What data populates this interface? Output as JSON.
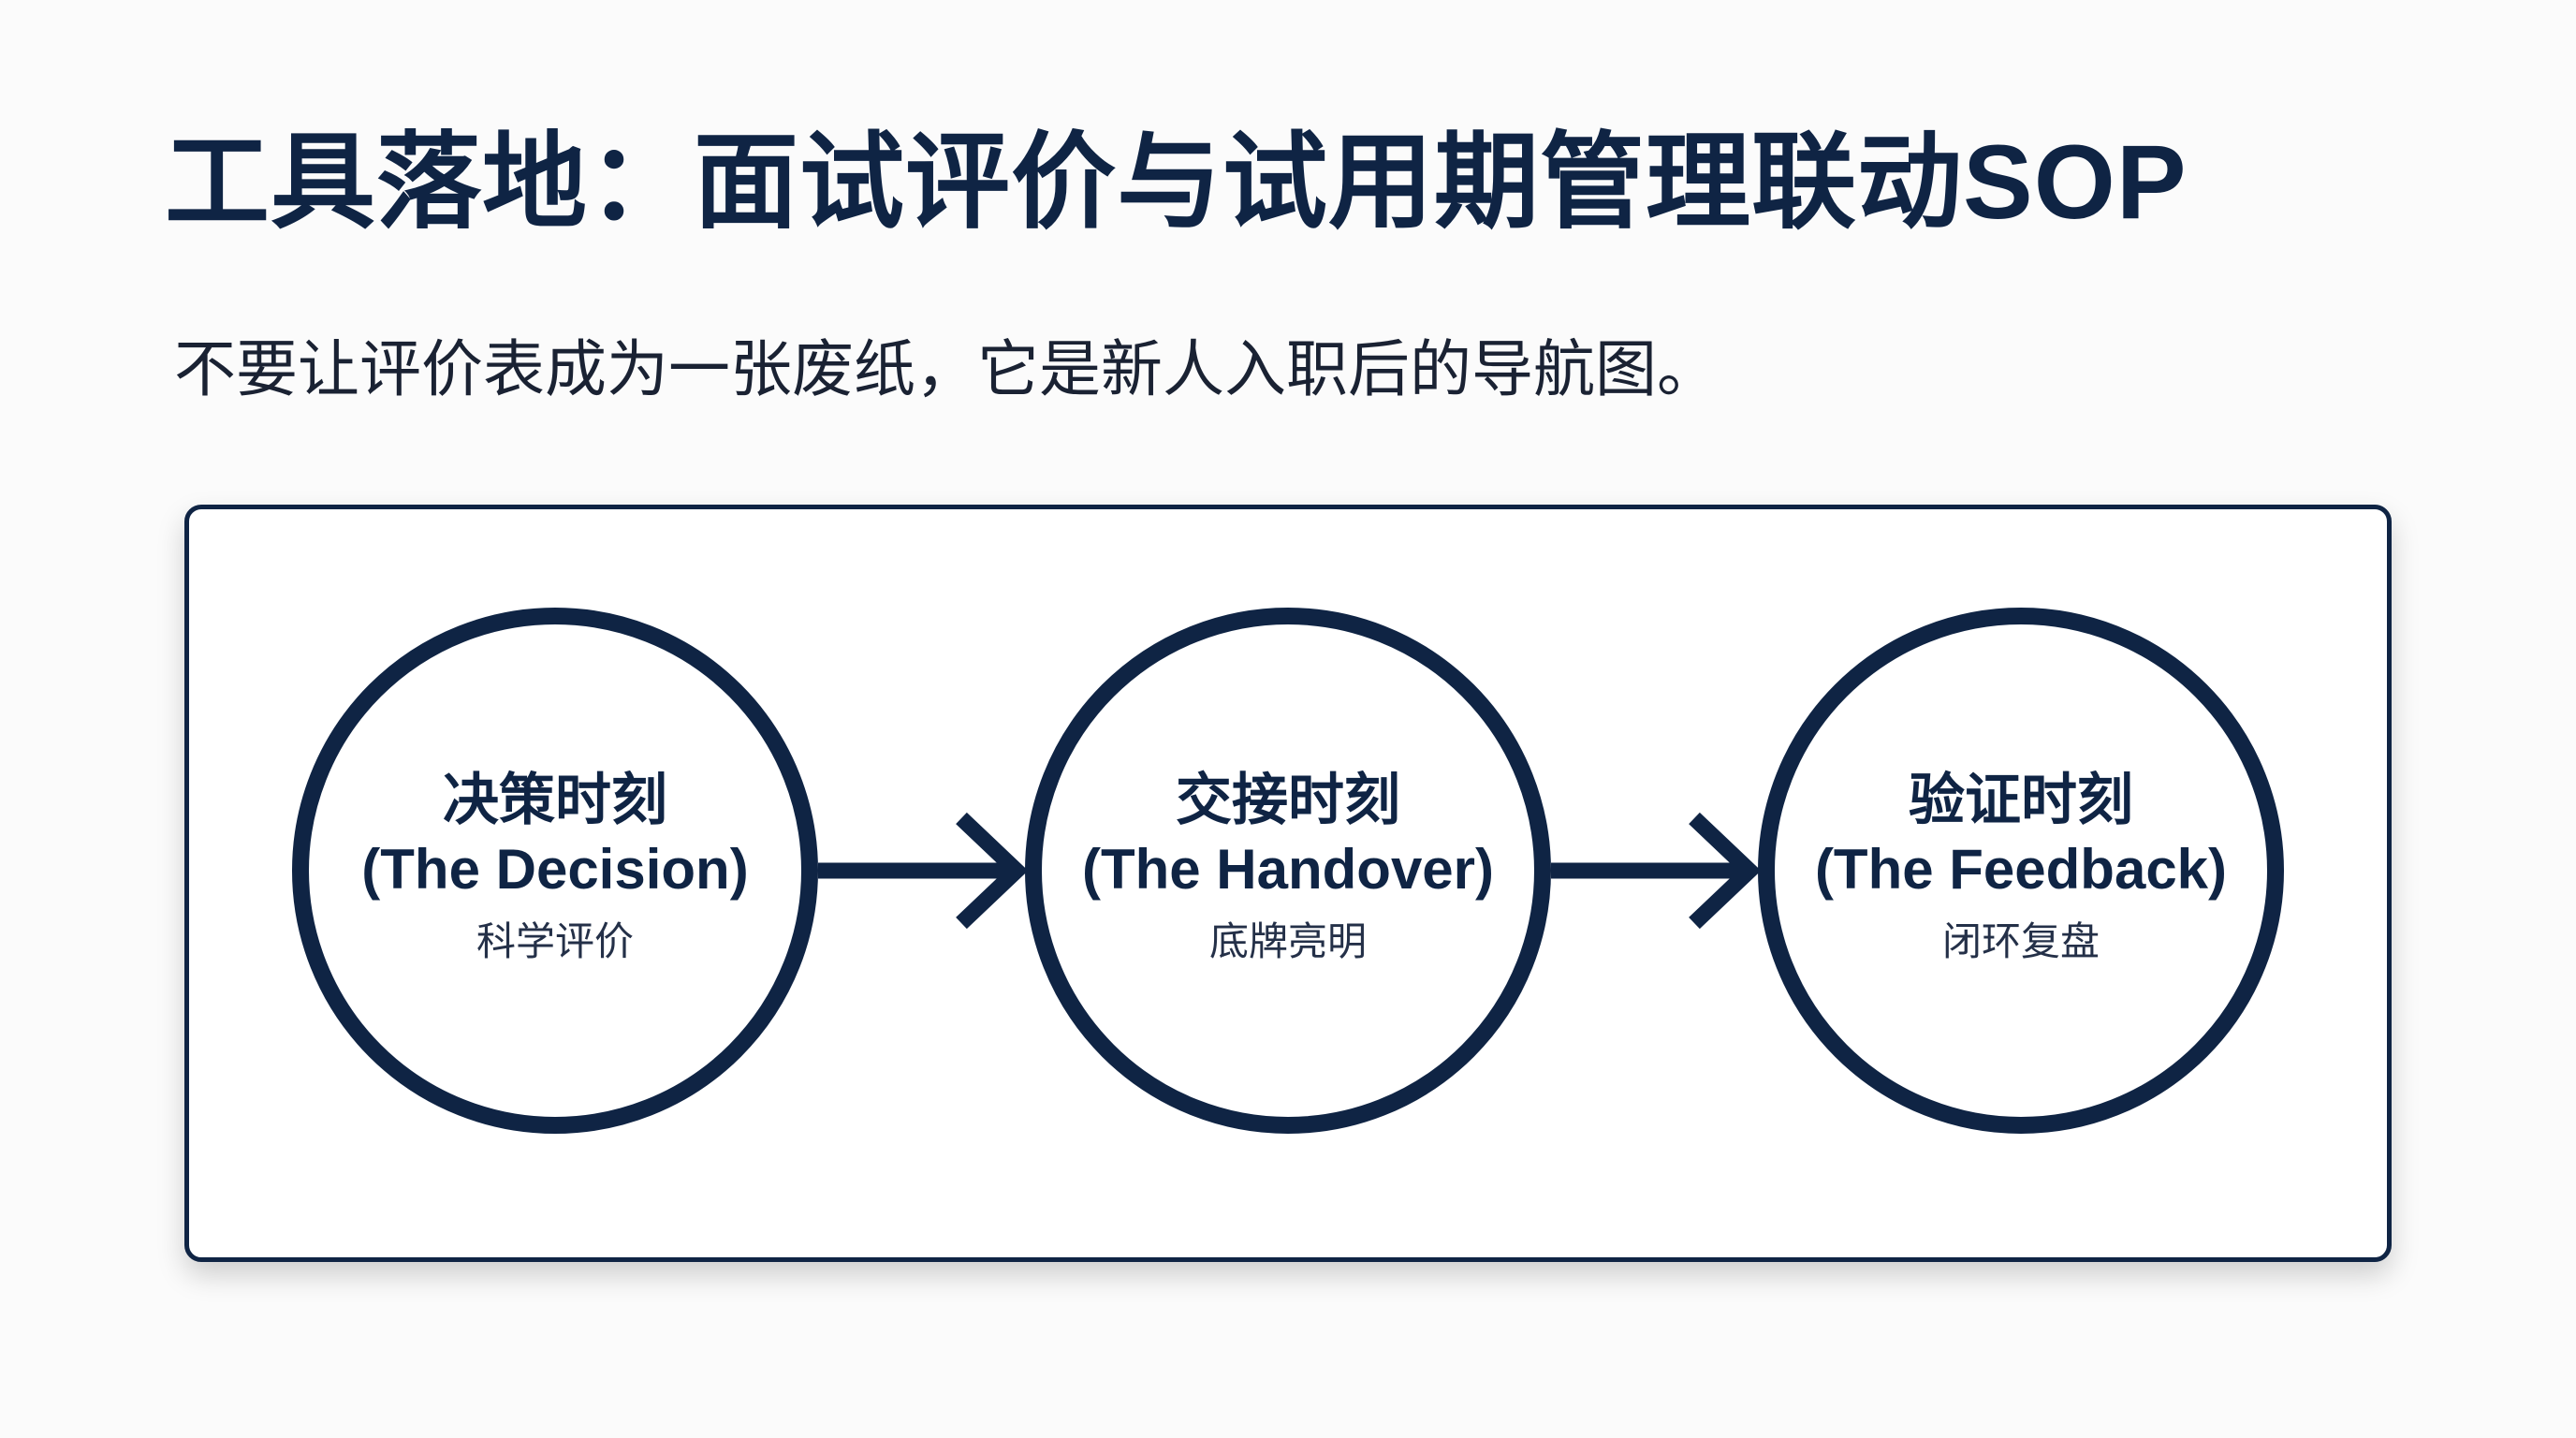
{
  "title": "工具落地：面试评价与试用期管理联动SOP",
  "subtitle": "不要让评价表成为一张废纸，它是新人入职后的导航图。",
  "colors": {
    "primary": "#0f2444",
    "background": "#fbfbfb"
  },
  "steps": [
    {
      "title": "决策时刻",
      "en": "(The Decision)",
      "sub": "科学评价"
    },
    {
      "title": "交接时刻",
      "en": "(The Handover)",
      "sub": "底牌亮明"
    },
    {
      "title": "验证时刻",
      "en": "(The Feedback)",
      "sub": "闭环复盘"
    }
  ],
  "connectors": [
    "arrow-right-icon",
    "arrow-right-icon"
  ]
}
